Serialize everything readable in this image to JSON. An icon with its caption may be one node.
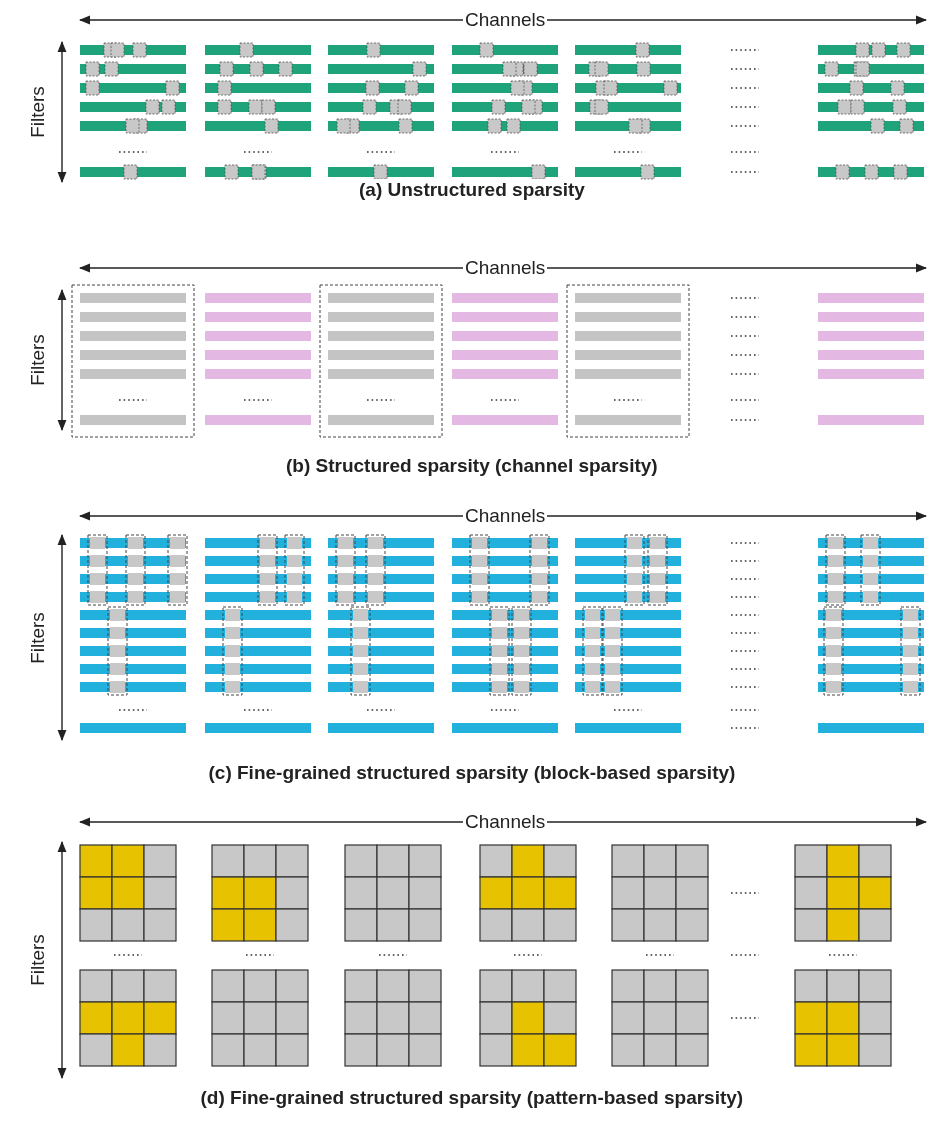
{
  "diagram": {
    "labels": [
      "Channels",
      "Filters",
      "(a) Unstructured sparsity",
      "Channels",
      "Filters",
      "(b) Structured sparsity (channel sparsity)",
      "Channels",
      "Filters",
      "(c) Fine-grained structured sparsity (block-based sparsity)",
      "Channels",
      "Filters",
      "(d) Fine-grained structured sparsity (pattern-based sparsity)"
    ]
  }
}
